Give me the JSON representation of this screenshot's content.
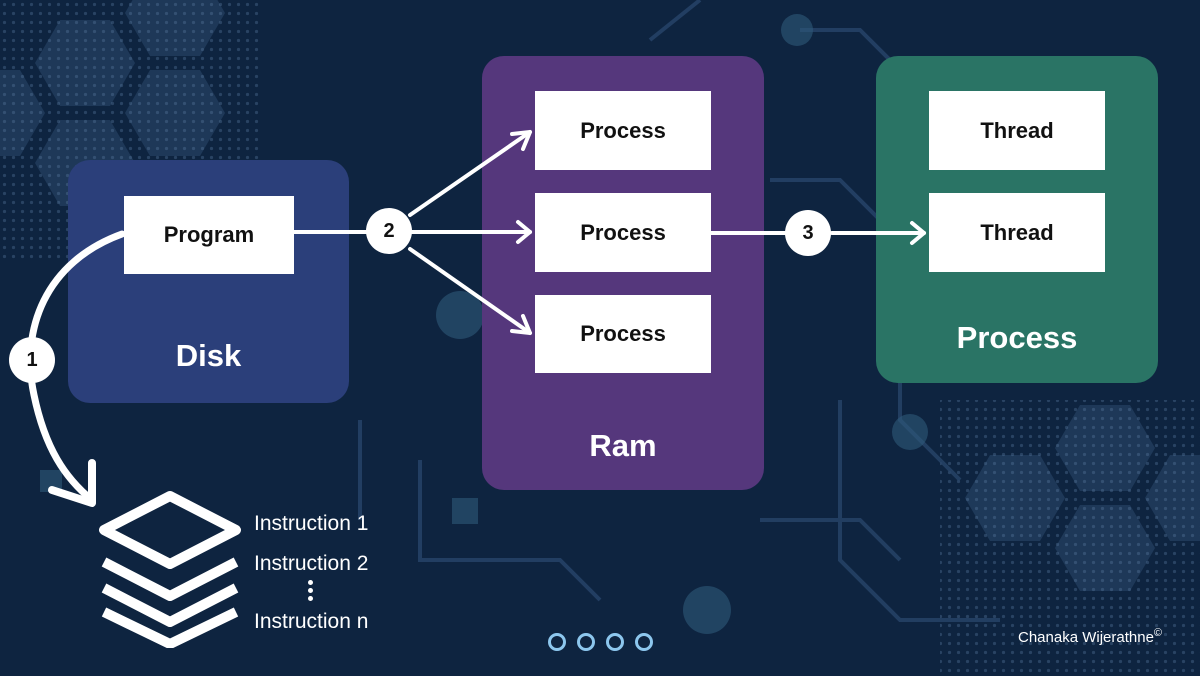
{
  "colors": {
    "background": "#0e2440",
    "disk_panel": "#2b3f7a",
    "ram_panel": "#55377c",
    "process_panel": "#2a7465",
    "box": "#ffffff",
    "pager_dot": "#8dc7ee"
  },
  "disk": {
    "label": "Disk",
    "program": "Program"
  },
  "ram": {
    "label": "Ram",
    "processes": [
      "Process",
      "Process",
      "Process"
    ]
  },
  "process": {
    "label": "Process",
    "threads": [
      "Thread",
      "Thread"
    ]
  },
  "steps": [
    "1",
    "2",
    "3"
  ],
  "instructions": [
    "Instruction 1",
    "Instruction 2",
    "Instruction n"
  ],
  "icons": {
    "stack": "layers-stack-icon",
    "ellipsis": "vertical-ellipsis-icon"
  },
  "pager": {
    "count": 4
  },
  "credit": {
    "name": "Chanaka Wijerathne",
    "mark": "©"
  }
}
